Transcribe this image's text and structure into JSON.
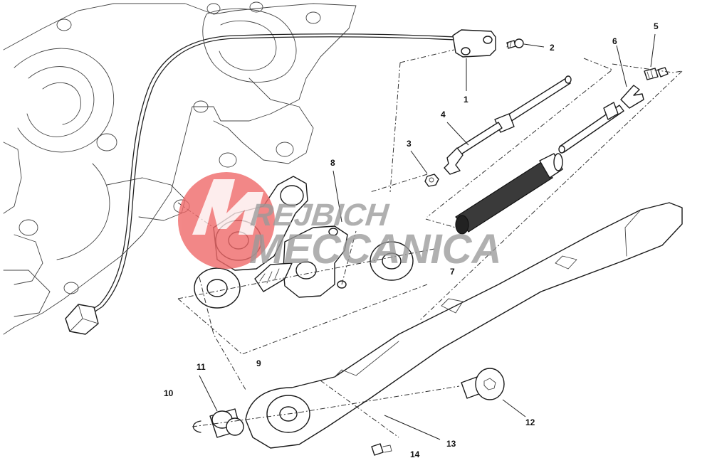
{
  "watermark": {
    "line1": "REJBICH",
    "line2": "MECCANICA",
    "logo_color": "#f06a6a"
  },
  "callouts": [
    "1",
    "2",
    "3",
    "4",
    "5",
    "6",
    "7",
    "8",
    "9",
    "10",
    "11",
    "12",
    "13",
    "14"
  ],
  "colors": {
    "line": "#222222",
    "background": "#ffffff",
    "spring": "#3a3a3a"
  }
}
